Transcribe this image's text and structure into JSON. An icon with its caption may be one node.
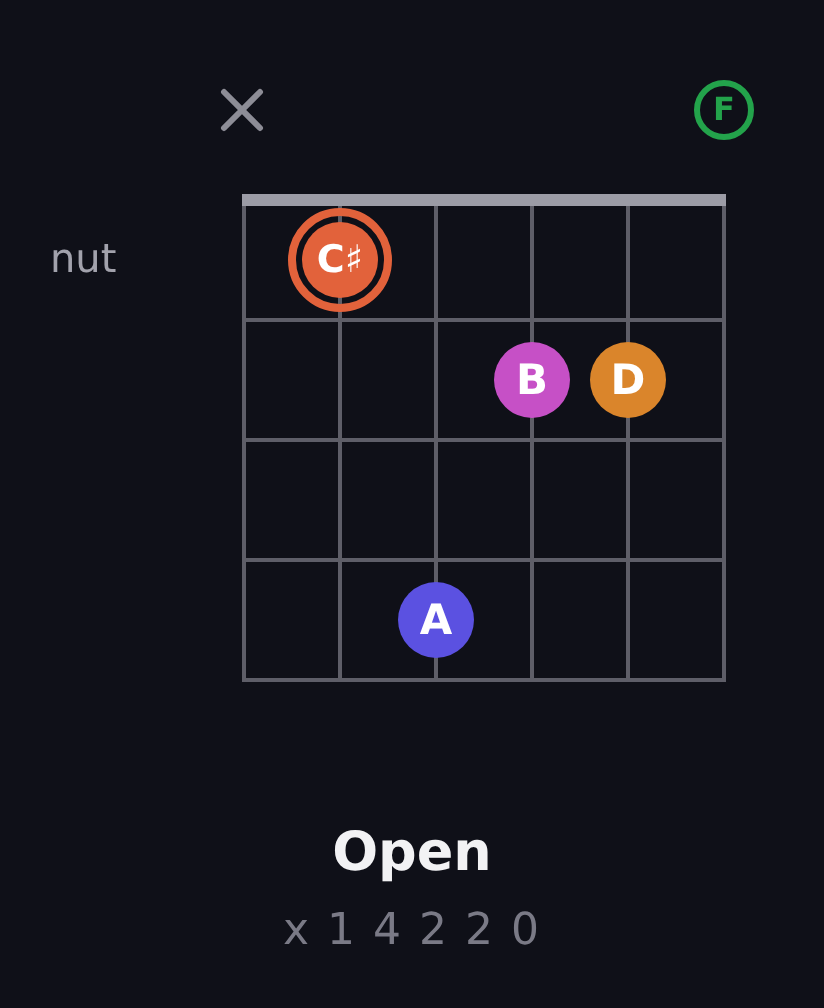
{
  "diagram": {
    "title": "Open",
    "nodes": [
      {
        "text": [
          "F"
        ]
      },
      {
        "text": [
          "C♯"
        ]
      },
      {
        "text": [
          "B"
        ]
      },
      {
        "text": [
          "D"
        ]
      },
      {
        "text": [
          "A"
        ]
      }
    ],
    "labels": [
      "nut",
      "x 1 4 2 2 0"
    ]
  }
}
